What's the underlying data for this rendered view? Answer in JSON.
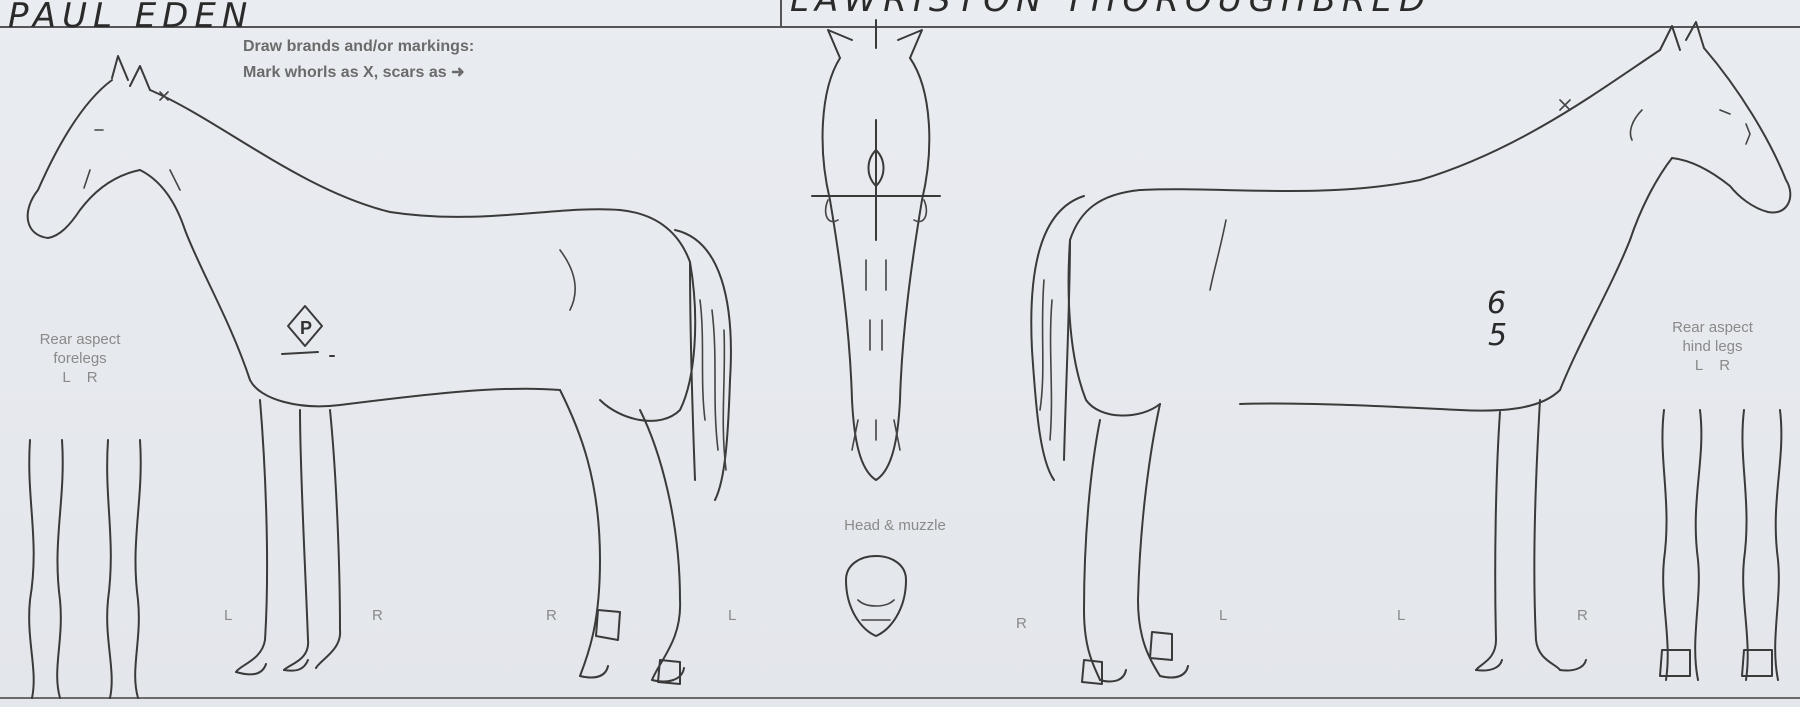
{
  "handwriting": {
    "owner_name": "PAUL EDEN",
    "top_right_text": "LAWRISTON THOROUGHBRED"
  },
  "instructions": {
    "line1": "Draw brands and/or markings:",
    "line2": "Mark whorls as X, scars as"
  },
  "labels": {
    "rear_forelegs_1": "Rear aspect",
    "rear_forelegs_2": "forelegs",
    "rear_forelegs_lr": "L    R",
    "rear_hind_1": "Rear aspect",
    "rear_hind_2": "hind legs",
    "rear_hind_lr": "L    R",
    "head_muzzle": "Head & muzzle"
  },
  "leg_letters": {
    "left_horse_front_l": "L",
    "left_horse_front_r": "R",
    "left_horse_hind_r": "R",
    "left_horse_hind_l": "L",
    "right_horse_hind_r": "R",
    "right_horse_front_l": "L",
    "right_horse_hind_l": "L",
    "right_horse_front_r": "R"
  },
  "brand_marks": {
    "near_side_brand": "P",
    "off_side_digit_1": "6",
    "off_side_digit_2": "5"
  },
  "colors": {
    "paper": "#e6e9ee",
    "ink": "#3a3a3a",
    "print_gray": "#8a8a8a"
  }
}
